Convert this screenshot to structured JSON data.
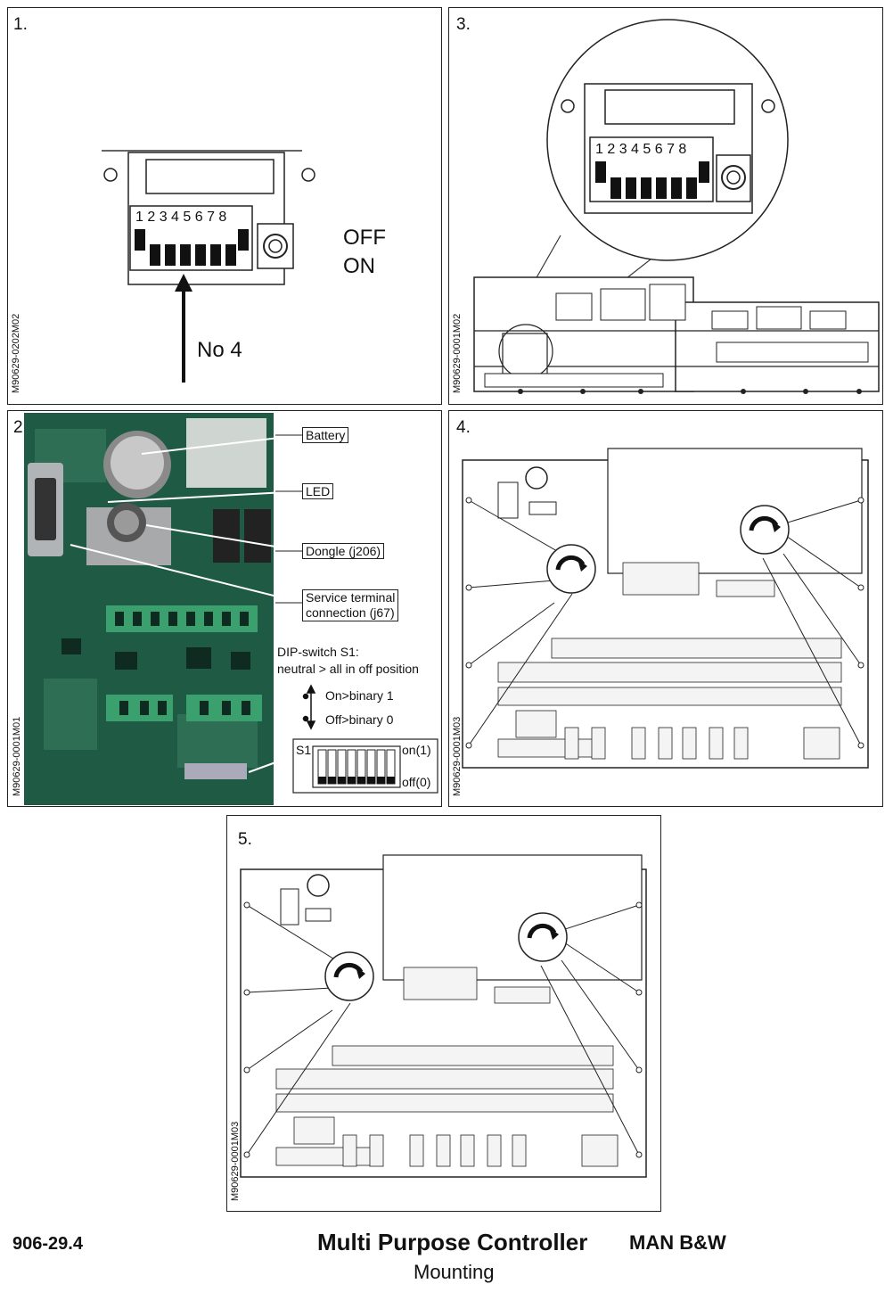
{
  "panel1": {
    "number": "1.",
    "code": "M90629-0202M02",
    "switch_numbers": "1 2 3 4 5 6 7 8",
    "off_label": "OFF",
    "on_label": "ON",
    "arrow_label": "No 4"
  },
  "panel2": {
    "number": "2.",
    "code": "M90629-0001M01",
    "callouts": {
      "battery": "Battery",
      "led": "LED",
      "dongle": "Dongle (j206)",
      "service_line1": "Service terminal",
      "service_line2": "connection (j67)"
    },
    "dip_title_line1": "DIP-switch S1:",
    "dip_title_line2": "neutral > all in off position",
    "on_binary": "On>binary 1",
    "off_binary": "Off>binary 0",
    "s1_label": "S1",
    "on_state": "on(1)",
    "off_state": "off(0)"
  },
  "panel3": {
    "number": "3.",
    "code": "M90629-0001M02",
    "switch_numbers": "1 2 3 4 5 6 7 8"
  },
  "panel4": {
    "number": "4.",
    "code": "M90629-0001M03"
  },
  "panel5": {
    "number": "5.",
    "code": "M90629-0001M03"
  },
  "footer": {
    "doc_number": "906-29.4",
    "title": "Multi Purpose Controller",
    "brand": "MAN B&W",
    "subtitle": "Mounting"
  },
  "colors": {
    "pcb_green": "#1f5a45",
    "line": "#222222"
  }
}
